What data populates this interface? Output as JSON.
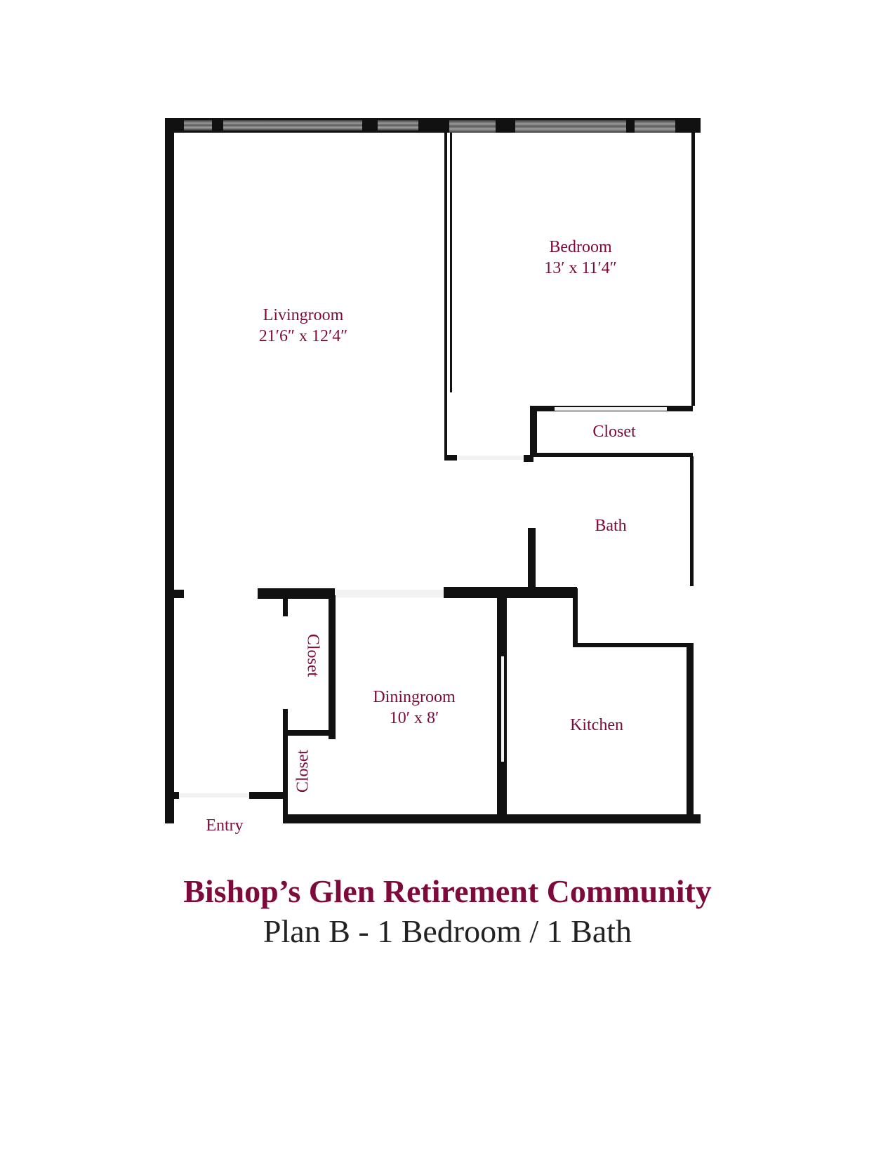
{
  "document": {
    "title": "Bishop’s Glen Retirement Community",
    "subtitle": "Plan B - 1 Bedroom / 1 Bath"
  },
  "floorplan": {
    "rooms": [
      {
        "id": "livingroom",
        "name": "Livingroom",
        "dimensions": "21′6″ x 12′4″"
      },
      {
        "id": "bedroom",
        "name": "Bedroom",
        "dimensions": "13′ x 11′4″"
      },
      {
        "id": "bedroom_closet",
        "name": "Closet"
      },
      {
        "id": "bath",
        "name": "Bath"
      },
      {
        "id": "hall_closet",
        "name": "Closet"
      },
      {
        "id": "entry_closet",
        "name": "Closet"
      },
      {
        "id": "diningroom",
        "name": "Diningroom",
        "dimensions": "10′ x 8′"
      },
      {
        "id": "kitchen",
        "name": "Kitchen"
      },
      {
        "id": "entry",
        "name": "Entry"
      }
    ]
  },
  "colors": {
    "label": "#7d0a3a",
    "title": "#7d0a3a",
    "subtitle": "#222222",
    "wall": "#111111"
  }
}
